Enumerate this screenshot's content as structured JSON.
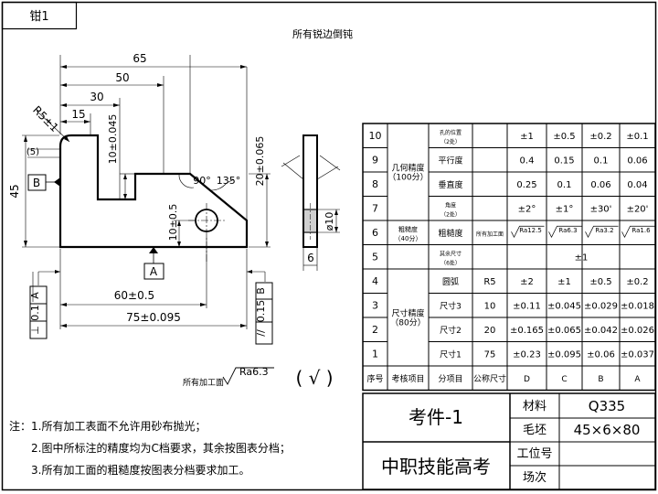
{
  "sheet": {
    "tab_label": "钳1",
    "top_note": "所有锐边倒钝"
  },
  "drawing": {
    "dims": {
      "d65": "65",
      "d50": "50",
      "d30": "30",
      "d15": "15",
      "r5": "R5±1",
      "d5": "(5)",
      "d45": "45",
      "d10_045": "10±0.045",
      "d10_05": "10±0.5",
      "d20_065": "20±0.065",
      "a90": "90°",
      "a135": "135°",
      "d60": "60±0.5",
      "d75": "75±0.095",
      "phi10": "ø10",
      "d6": "6"
    },
    "datum_a": "A",
    "datum_b": "B",
    "perp_sym": "⊥",
    "perp_tol": "0.1",
    "perp_ref": "A",
    "par_sym": "//",
    "par_tol": "0.15",
    "par_ref": "B",
    "roughness_label": "所有加工面",
    "roughness_value": "Ra6.3",
    "roughness_paren": "( √ )"
  },
  "notes": {
    "prefix": "注：",
    "items": [
      "1.所有加工表面不允许用砂布抛光；",
      "2.图中所标注的精度均为C档要求，其余按图表分档；",
      "3.所有加工面的粗糙度按图表分档要求加工。"
    ]
  },
  "grading_table": {
    "header": [
      "序号",
      "考核项目",
      "分项目",
      "公称尺寸",
      "D",
      "C",
      "B",
      "A"
    ],
    "group_geo": "几何精度\n（100分）",
    "group_rough": "粗糙度\n（40分）",
    "group_size": "尺寸精度\n（80分）",
    "rows": [
      {
        "no": "10",
        "item": "孔的位置\n（2处）",
        "nominal": "",
        "vals": [
          "±1",
          "±0.5",
          "±0.2",
          "±0.1"
        ]
      },
      {
        "no": "9",
        "item": "平行度",
        "nominal": "",
        "vals": [
          "0.4",
          "0.15",
          "0.1",
          "0.06"
        ]
      },
      {
        "no": "8",
        "item": "垂直度",
        "nominal": "",
        "vals": [
          "0.25",
          "0.1",
          "0.06",
          "0.04"
        ]
      },
      {
        "no": "7",
        "item": "角度\n（2处）",
        "nominal": "",
        "vals": [
          "±2°",
          "±1°",
          "±30'",
          "±20'"
        ]
      },
      {
        "no": "6",
        "item": "粗糙度",
        "nominal": "所有加工面",
        "vals": [
          "Ra12.5",
          "Ra6.3",
          "Ra3.2",
          "Ra1.6"
        ]
      },
      {
        "no": "5",
        "item": "其余尺寸\n（6处）",
        "nominal": "",
        "vals": [
          "±1"
        ]
      },
      {
        "no": "4",
        "item": "圆弧",
        "nominal": "R5",
        "vals": [
          "±2",
          "±1",
          "±0.5",
          "±0.2"
        ]
      },
      {
        "no": "3",
        "item": "尺寸3",
        "nominal": "10",
        "vals": [
          "±0.11",
          "±0.045",
          "±0.029",
          "±0.018"
        ]
      },
      {
        "no": "2",
        "item": "尺寸2",
        "nominal": "20",
        "vals": [
          "±0.165",
          "±0.065",
          "±0.042",
          "±0.026"
        ]
      },
      {
        "no": "1",
        "item": "尺寸1",
        "nominal": "75",
        "vals": [
          "±0.23",
          "±0.095",
          "±0.06",
          "±0.037"
        ]
      }
    ]
  },
  "title_block": {
    "part_name": "考件-1",
    "exam_name": "中职技能高考",
    "material_label": "材料",
    "material_value": "Q335",
    "blank_label": "毛坯",
    "blank_value": "45×6×80",
    "station_label": "工位号",
    "station_value": "",
    "seq_label": "场次",
    "seq_value": ""
  }
}
